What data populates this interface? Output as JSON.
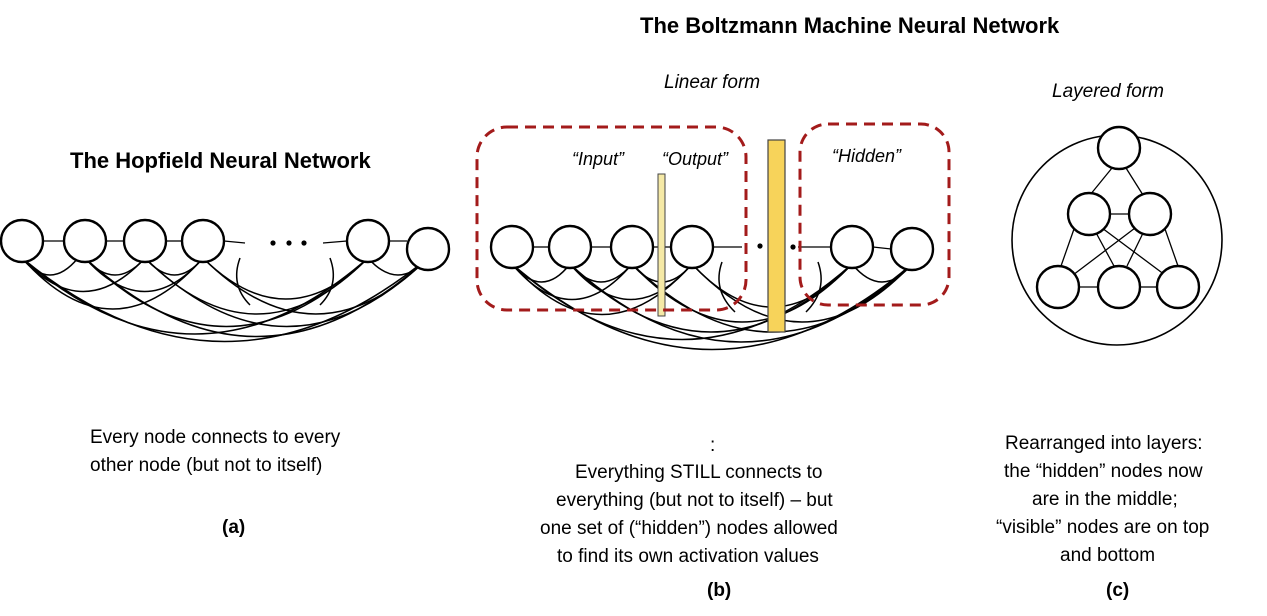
{
  "main_title": "The Boltzmann Machine Neural Network",
  "panel_a": {
    "title": "The Hopfield Neural Network",
    "caption_line1": "Every node connects to every",
    "caption_line2": "other node (but not to itself)",
    "tag": "(a)"
  },
  "panel_b": {
    "subtitle": "Linear form",
    "input_label": "“Input”",
    "output_label": "“Output”",
    "hidden_label": "“Hidden”",
    "caption_line0": ":",
    "caption_line1": "Everything STILL connects to",
    "caption_line2": "everything (but not to itself) – but",
    "caption_line3": "one set of (“hidden”) nodes allowed",
    "caption_line4": "to find its own activation values",
    "tag": "(b)"
  },
  "panel_c": {
    "subtitle": "Layered form",
    "caption_line1": "Rearranged into layers:",
    "caption_line2": "the “hidden” nodes now",
    "caption_line3": "are in the middle;",
    "caption_line4": "“visible” nodes are on top",
    "caption_line5": "and bottom",
    "tag": "(c)"
  },
  "colors": {
    "group_border": "#a31b1b",
    "thin_bar": "#f5e9a6",
    "thick_bar": "#f7d35a",
    "bar_stroke": "#444444"
  }
}
